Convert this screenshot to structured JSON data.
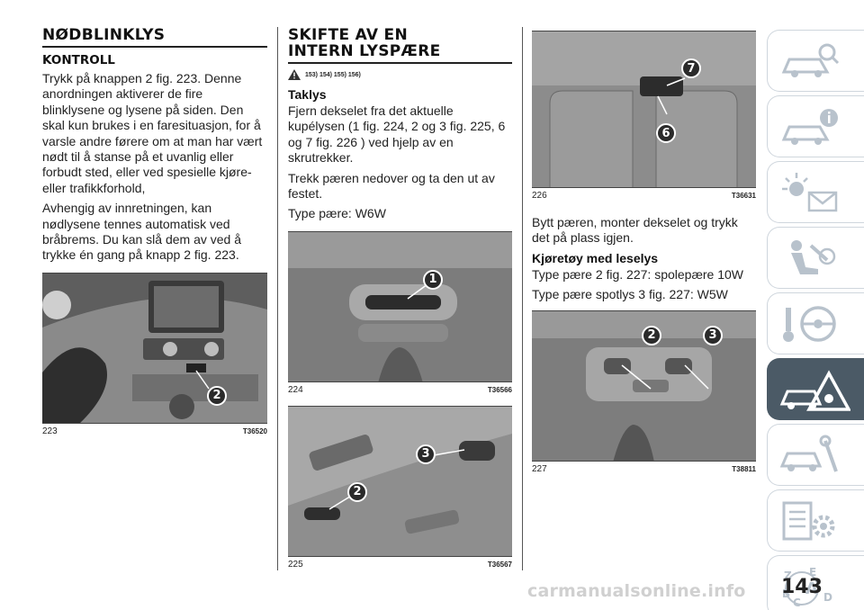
{
  "col1": {
    "title": "NØDBLINKLYS",
    "subtitle": "KONTROLL",
    "p1": "Trykk på knappen 2 fig. 223. Denne anordningen aktiverer de fire blinklysene og lysene på siden. Den skal kun brukes i en faresituasjon, for å varsle andre førere om at man har vært nødt til å stanse på et uvanlig eller forbudt sted, eller ved spesielle kjøre- eller trafikkforhold,",
    "p2": "Avhengig av innretningen, kan nødlysene tennes automatisk ved bråbrems. Du kan slå dem av ved å trykke én gang på knapp 2 fig. 223.",
    "fig": {
      "num": "223",
      "code": "T36520",
      "callouts": [
        "2"
      ]
    }
  },
  "col2": {
    "title_line1": "SKIFTE AV EN",
    "title_line2": "INTERN LYSPÆRE",
    "notes": "153) 154) 155) 156)",
    "heading": "Taklys",
    "p1": "Fjern dekselet fra det aktuelle kupélysen (1 fig. 224, 2 og 3 fig. 225, 6 og 7 fig. 226 ) ved hjelp av en skrutrekker.",
    "p2": "Trekk pæren nedover og ta den ut av festet.",
    "p3": "Type pære: W6W",
    "fig224": {
      "num": "224",
      "code": "T36566",
      "callouts": [
        "1"
      ]
    },
    "fig225": {
      "num": "225",
      "code": "T36567",
      "callouts": [
        "3",
        "2"
      ]
    }
  },
  "col3": {
    "fig226": {
      "num": "226",
      "code": "T36631",
      "callouts": [
        "7",
        "6"
      ]
    },
    "p1": "Bytt pæren, monter dekselet og trykk det på plass igjen.",
    "heading": "Kjøretøy med leselys",
    "p2": "Type pære 2 fig. 227: spolepære 10W",
    "p3": "Type pære spotlys 3 fig. 227: W5W",
    "fig227": {
      "num": "227",
      "code": "T38811",
      "callouts": [
        "2",
        "3"
      ]
    }
  },
  "sidebar": {
    "active_color": "#4b5a66",
    "tabs": [
      {
        "icon": "car-search-icon"
      },
      {
        "icon": "car-info-icon"
      },
      {
        "icon": "warning-lights-icon"
      },
      {
        "icon": "airbag-seat-icon"
      },
      {
        "icon": "key-steering-icon"
      },
      {
        "icon": "car-warning-triangle-icon",
        "active": true
      },
      {
        "icon": "car-wrench-icon"
      },
      {
        "icon": "specs-gear-icon"
      },
      {
        "icon": "alphabet-index-icon"
      }
    ]
  },
  "page_number": "143",
  "watermark": "carmanualsonline.info"
}
